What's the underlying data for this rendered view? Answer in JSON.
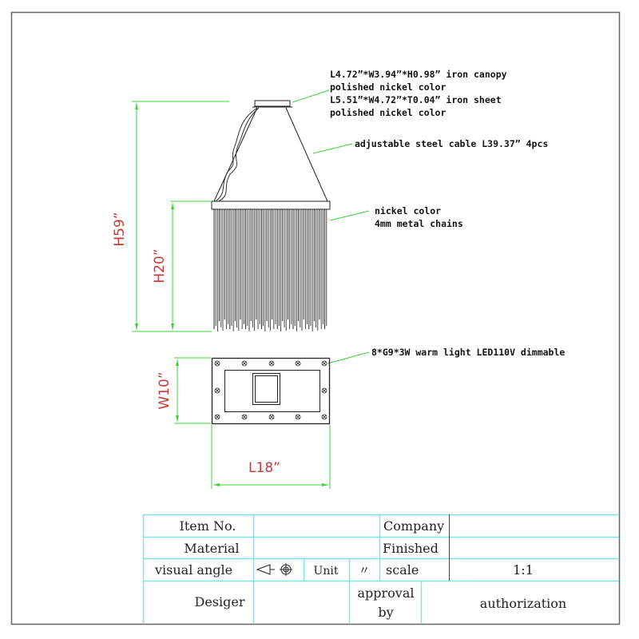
{
  "notes": {
    "canopy_line1": "L4.72”*W3.94”*H0.98”  iron canopy",
    "canopy_line2": "polished nickel  color",
    "sheet_line1": "L5.51”*W4.72”*T0.04”  iron sheet",
    "sheet_line2": "polished nickel color",
    "cable": "adjustable steel cable L39.37” 4pcs",
    "chains_line1": "nickel color",
    "chains_line2": "4mm metal chains",
    "bulbs": "8*G9*3W warm light LED110V dimmable"
  },
  "dimensions": {
    "total_height": "H59”",
    "body_height": "H20”",
    "width": "W10”",
    "length": "L18”"
  },
  "title_block": {
    "item_no_label": "Item No.",
    "item_no_value": "",
    "company_label": "Company",
    "company_value": "",
    "material_label": "Material",
    "material_value": "",
    "finished_label": "Finished",
    "finished_value": "",
    "visual_angle_label": "visual angle",
    "unit_label": "Unit",
    "unit_value": "〃",
    "scale_label": "scale",
    "scale_value": "1:1",
    "designer_label": "Desiger",
    "approval_line1": "approval",
    "approval_line2": "by",
    "authorization_label": "authorization"
  },
  "colors": {
    "dimension_line": "#3ad43a",
    "dimension_text": "#c83a3a",
    "table_grid": "#7fe3e8"
  }
}
